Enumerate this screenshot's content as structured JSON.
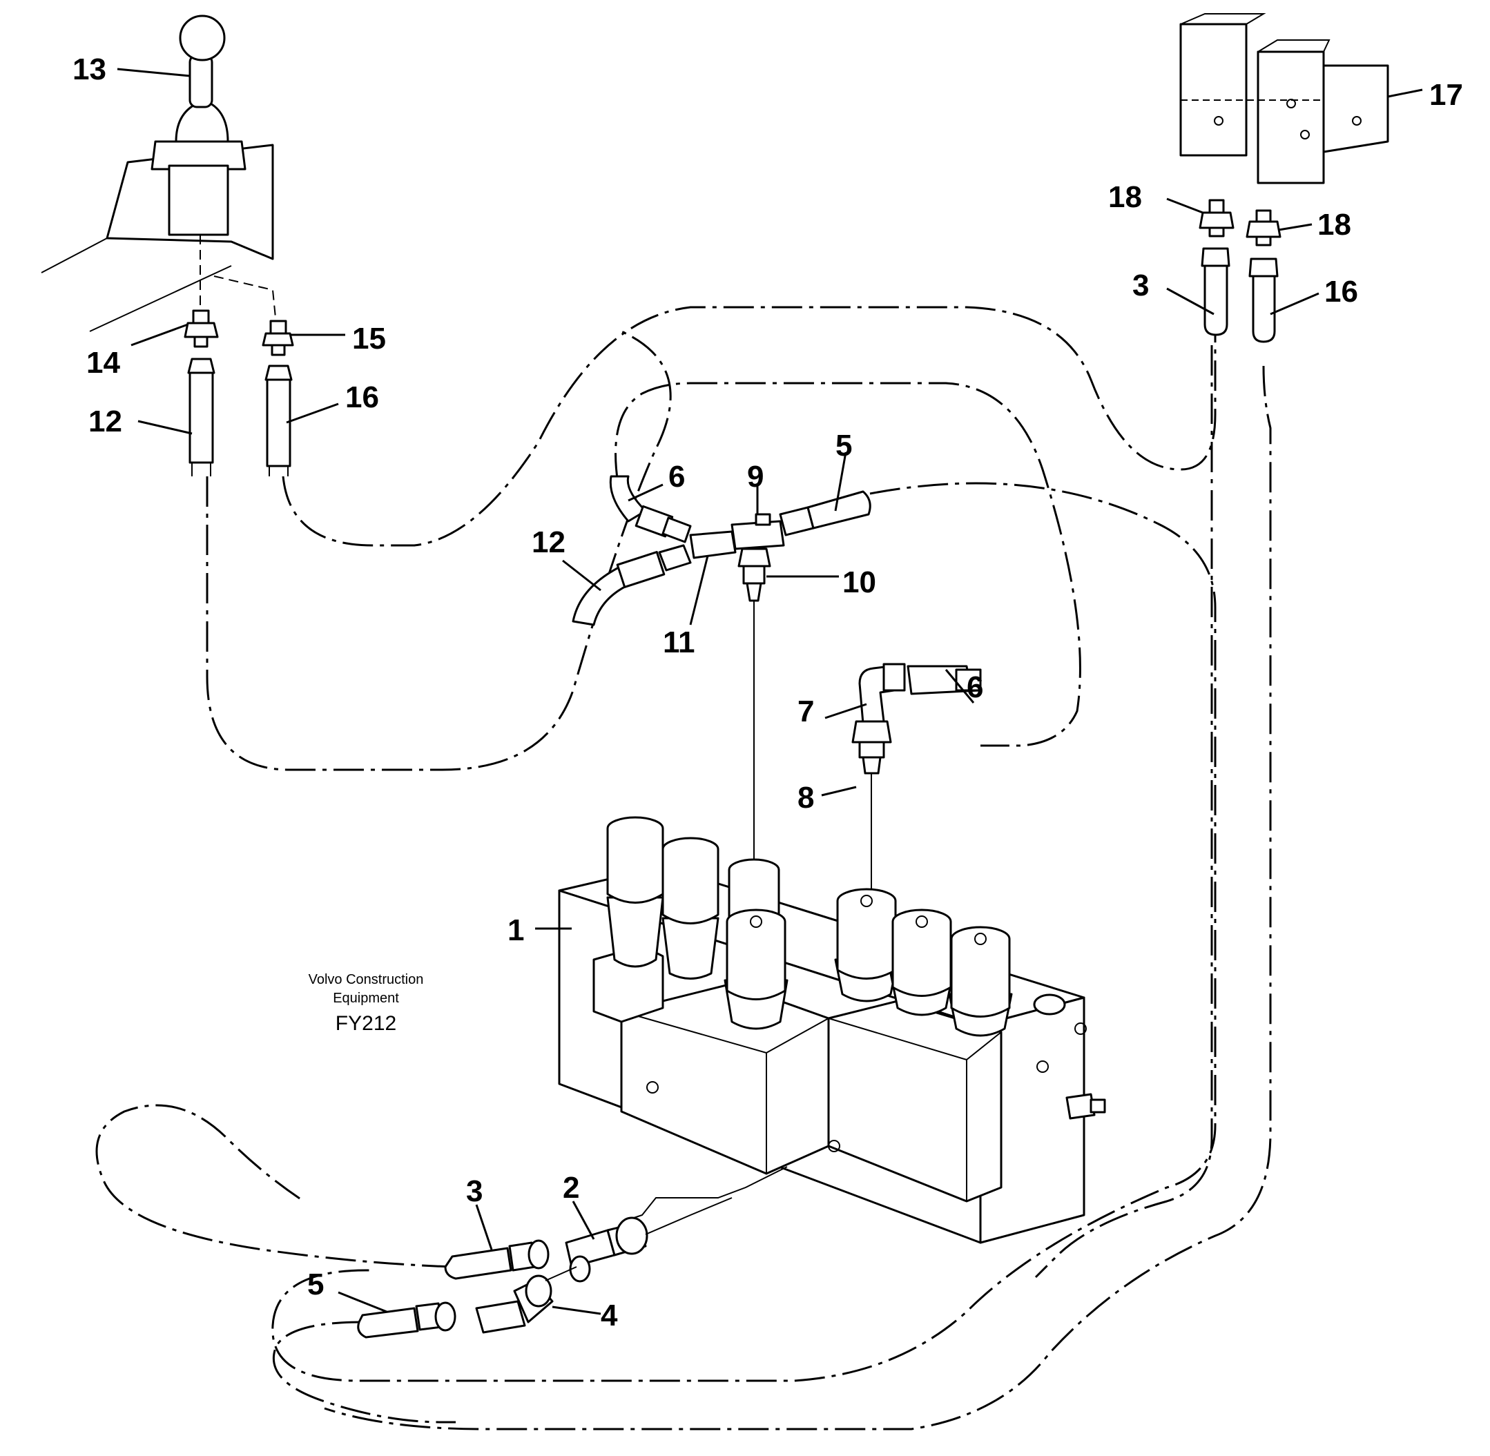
{
  "caption": {
    "line1": "Volvo Construction",
    "line2": "Equipment",
    "code": "FY212"
  },
  "callouts": {
    "c1": "1",
    "c2": "2",
    "c3a": "3",
    "c3b": "3",
    "c4": "4",
    "c5a": "5",
    "c5b": "5",
    "c6a": "6",
    "c6b": "6",
    "c7": "7",
    "c8": "8",
    "c9": "9",
    "c10": "10",
    "c11": "11",
    "c12a": "12",
    "c12b": "12",
    "c13": "13",
    "c14": "14",
    "c15": "15",
    "c16a": "16",
    "c16b": "16",
    "c17": "17",
    "c18a": "18",
    "c18b": "18"
  }
}
